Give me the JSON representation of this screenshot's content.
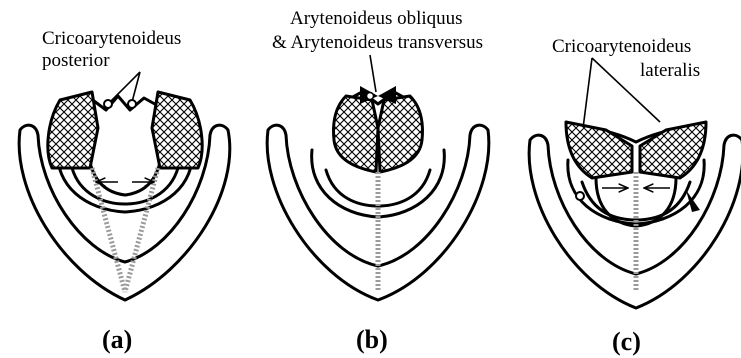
{
  "labels": {
    "a_top": "Cricoarytenoideus",
    "a_bottom": "posterior",
    "b_top": "Arytenoideus obliquus",
    "b_bottom": "& Arytenoideus transversus",
    "c_top": "Cricoarytenoideus",
    "c_bottom": "lateralis"
  },
  "captions": {
    "a": "(a)",
    "b": "(b)",
    "c": "(c)"
  }
}
